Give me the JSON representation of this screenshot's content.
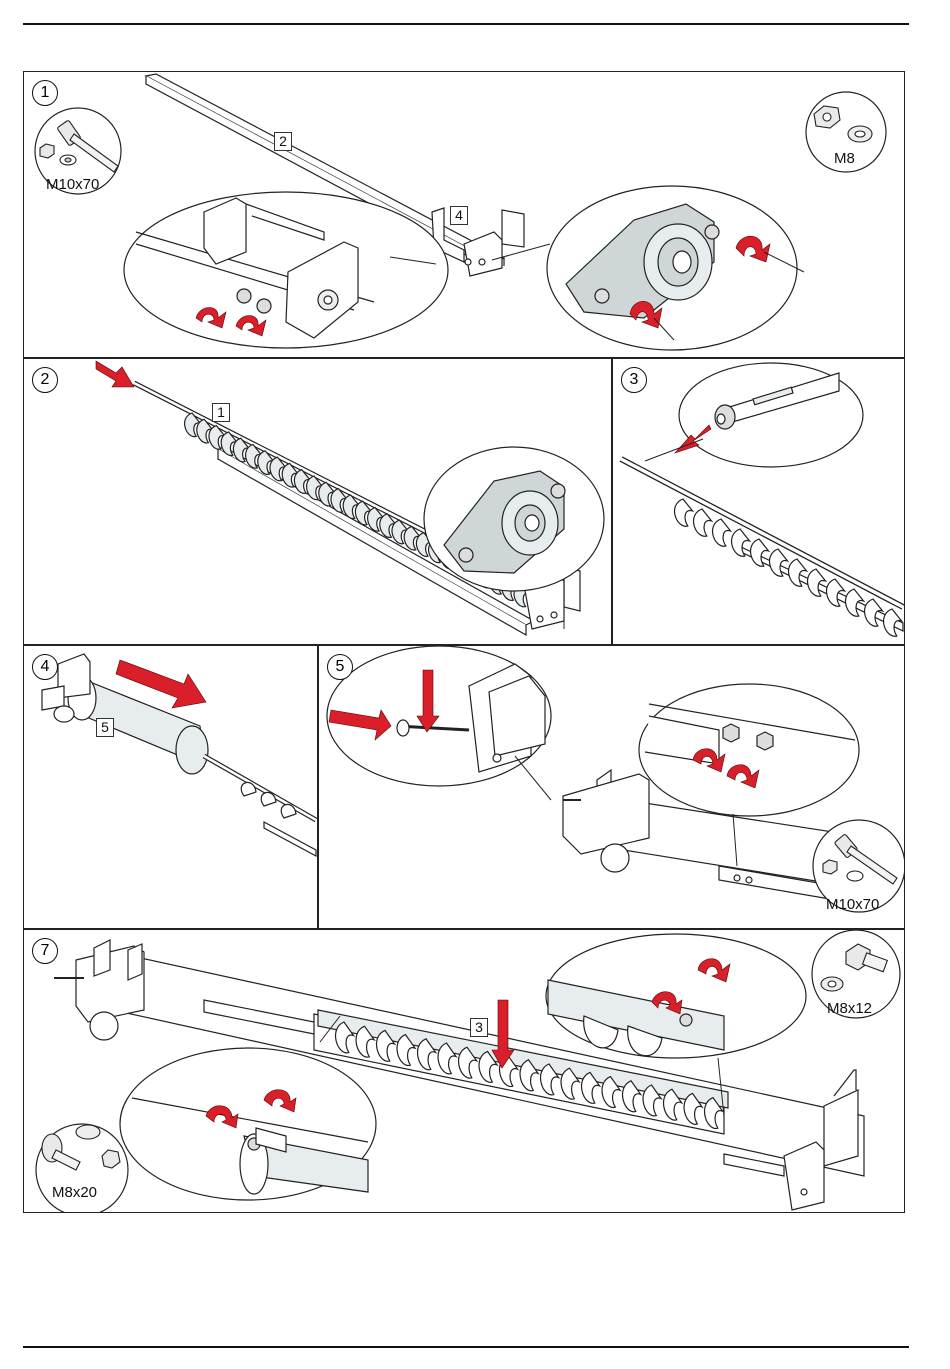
{
  "colors": {
    "arrow_red": "#d9202a",
    "line": "#222222",
    "part_fill": "#e7edee",
    "metal_fill": "#cfd6d8"
  },
  "steps": [
    {
      "number": "1",
      "hardware": [
        {
          "label": "M10x70",
          "icon": "bolt-nut-washer-icon"
        },
        {
          "label": "M8",
          "icon": "nut-washer-icon"
        }
      ],
      "parts": [
        "2",
        "4"
      ]
    },
    {
      "number": "2",
      "parts": [
        "1"
      ]
    },
    {
      "number": "3"
    },
    {
      "number": "4",
      "parts": [
        "5"
      ]
    },
    {
      "number": "5",
      "hardware": [
        {
          "label": "M10x70",
          "icon": "bolt-nut-washer-icon"
        }
      ]
    },
    {
      "number": "7",
      "hardware": [
        {
          "label": "M8x12",
          "icon": "bolt-washer-icon"
        },
        {
          "label": "M8x20",
          "icon": "bolt-washer-nut-icon"
        }
      ],
      "parts": [
        "3"
      ]
    }
  ]
}
